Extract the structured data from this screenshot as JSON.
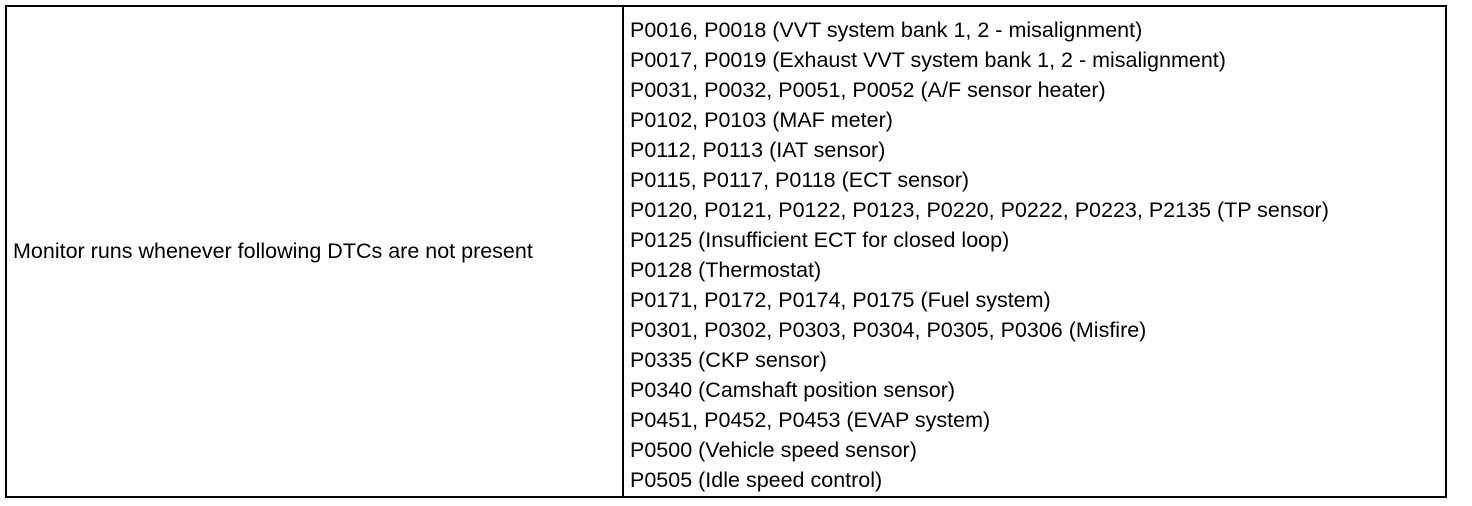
{
  "table": {
    "condition_label": "Monitor runs whenever following DTCs are not present",
    "dtc_lines": [
      "P0016, P0018 (VVT system bank 1, 2 - misalignment)",
      "P0017, P0019 (Exhaust VVT system bank 1, 2 - misalignment)",
      "P0031, P0032, P0051, P0052 (A/F sensor heater)",
      "P0102, P0103 (MAF meter)",
      "P0112, P0113 (IAT sensor)",
      "P0115, P0117, P0118 (ECT sensor)",
      "P0120, P0121, P0122, P0123, P0220, P0222, P0223, P2135 (TP sensor)",
      "P0125 (Insufficient ECT for closed loop)",
      "P0128 (Thermostat)",
      "P0171, P0172, P0174, P0175 (Fuel system)",
      "P0301, P0302, P0303, P0304, P0305, P0306 (Misfire)",
      "P0335 (CKP sensor)",
      "P0340 (Camshaft position sensor)",
      "P0451, P0452, P0453 (EVAP system)",
      "P0500 (Vehicle speed sensor)",
      "P0505 (Idle speed control)"
    ]
  }
}
